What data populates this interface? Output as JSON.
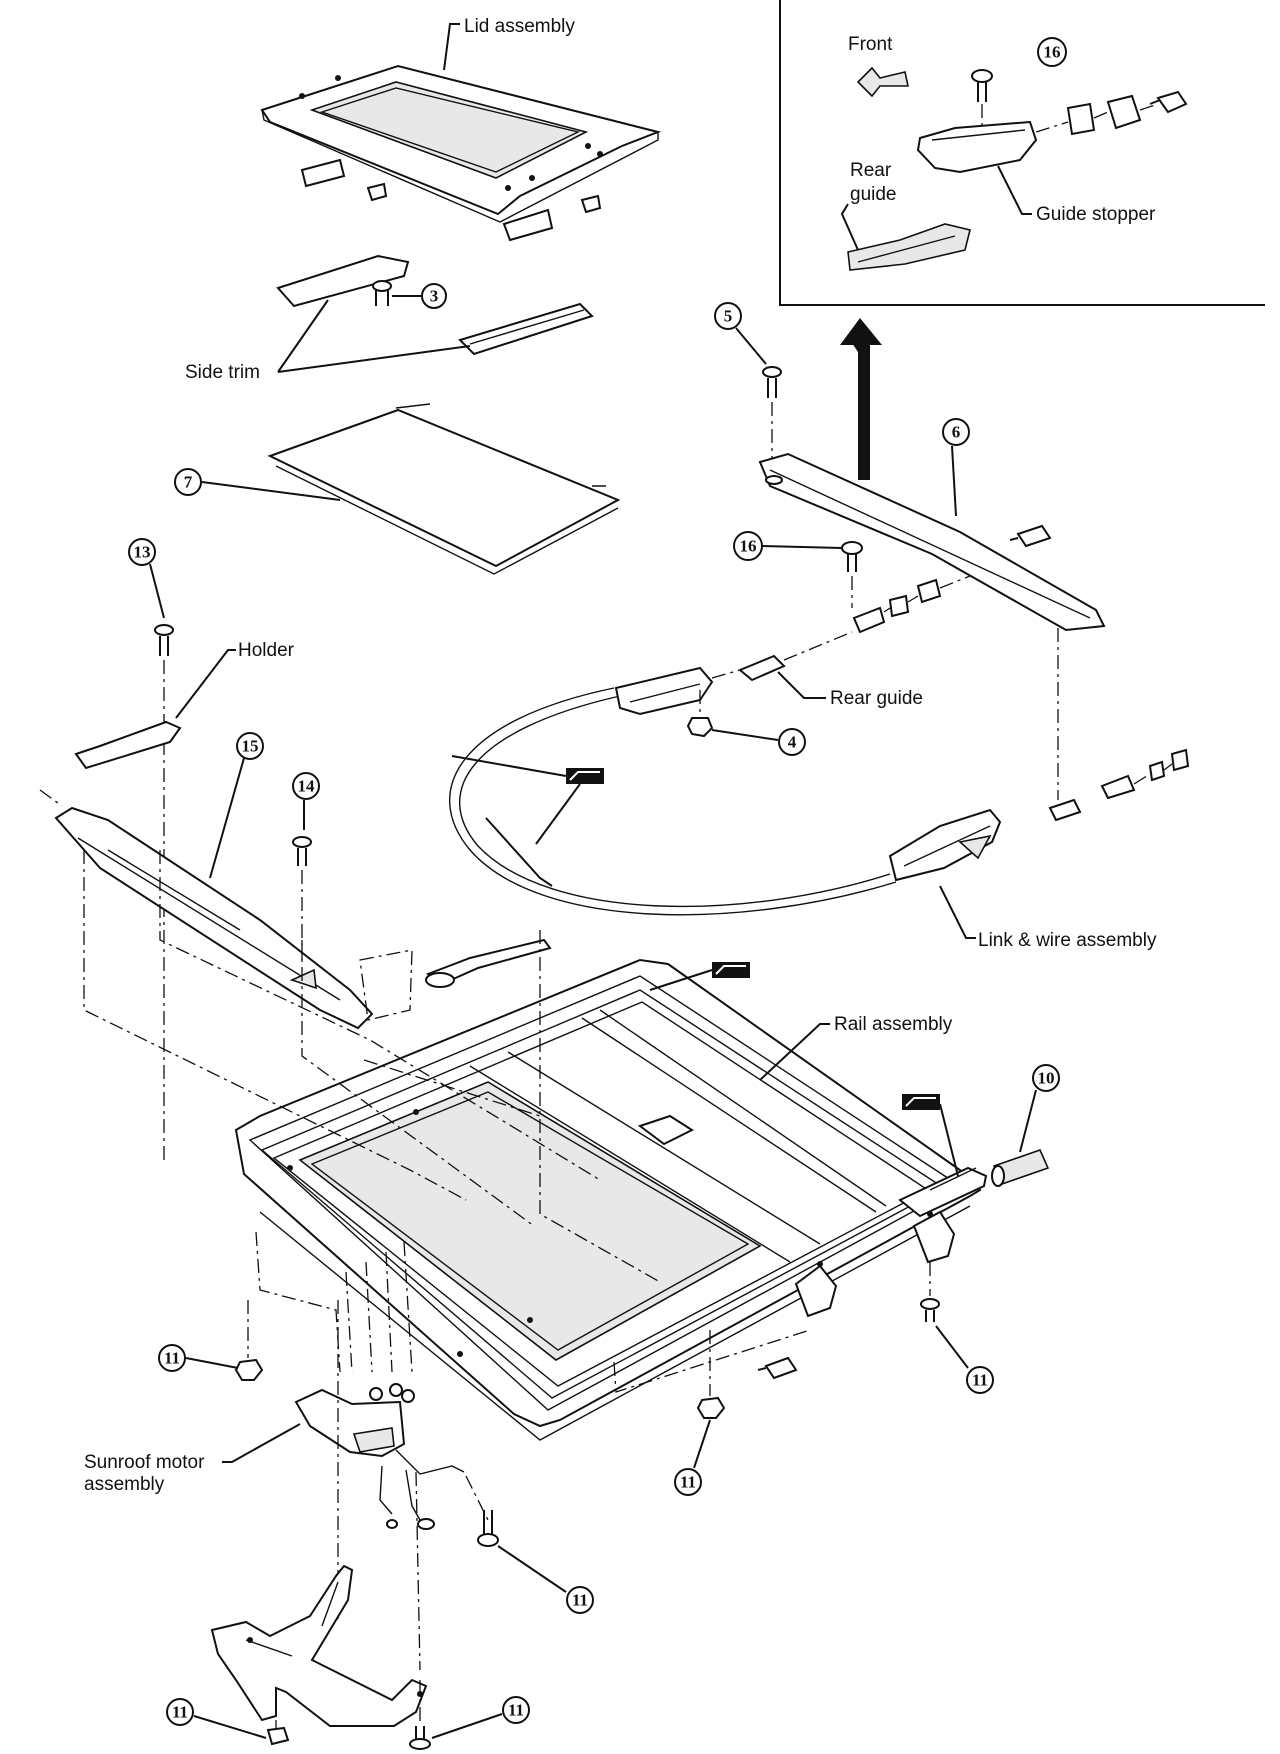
{
  "labels": {
    "lid_assembly": "Lid assembly",
    "side_trim": "Side trim",
    "holder": "Holder",
    "rear_guide": "Rear guide",
    "link_wire": "Link & wire assembly",
    "rail_assembly": "Rail assembly",
    "sunroof_motor_line1": "Sunroof motor",
    "sunroof_motor_line2": "assembly",
    "inset_front": "Front",
    "inset_rear_line1": "Rear",
    "inset_rear_line2": "guide",
    "inset_guide_stopper": "Guide stopper"
  },
  "callouts": {
    "c3": "3",
    "c4": "4",
    "c5": "5",
    "c6": "6",
    "c7": "7",
    "c10": "10",
    "c11": "11",
    "c13": "13",
    "c14": "14",
    "c15": "15",
    "c16": "16"
  }
}
